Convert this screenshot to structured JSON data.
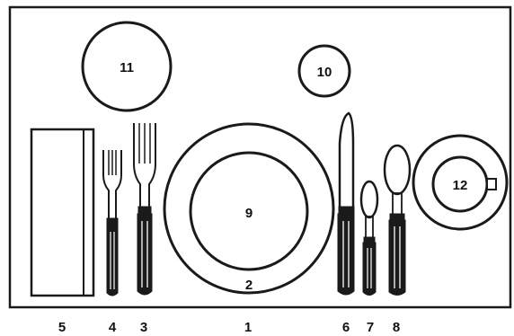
{
  "labels": {
    "bread_plate": "11",
    "glass": "10",
    "dinner_plate": "2",
    "center_plate": "9",
    "cup_saucer": "12"
  },
  "captions": {
    "napkin": "5",
    "salad_fork": "4",
    "dinner_fork": "3",
    "plate": "1",
    "knife": "6",
    "teaspoon": "7",
    "soup_spoon": "8"
  },
  "colors": {
    "stroke": "#1a1a1a",
    "background": "#ffffff"
  }
}
